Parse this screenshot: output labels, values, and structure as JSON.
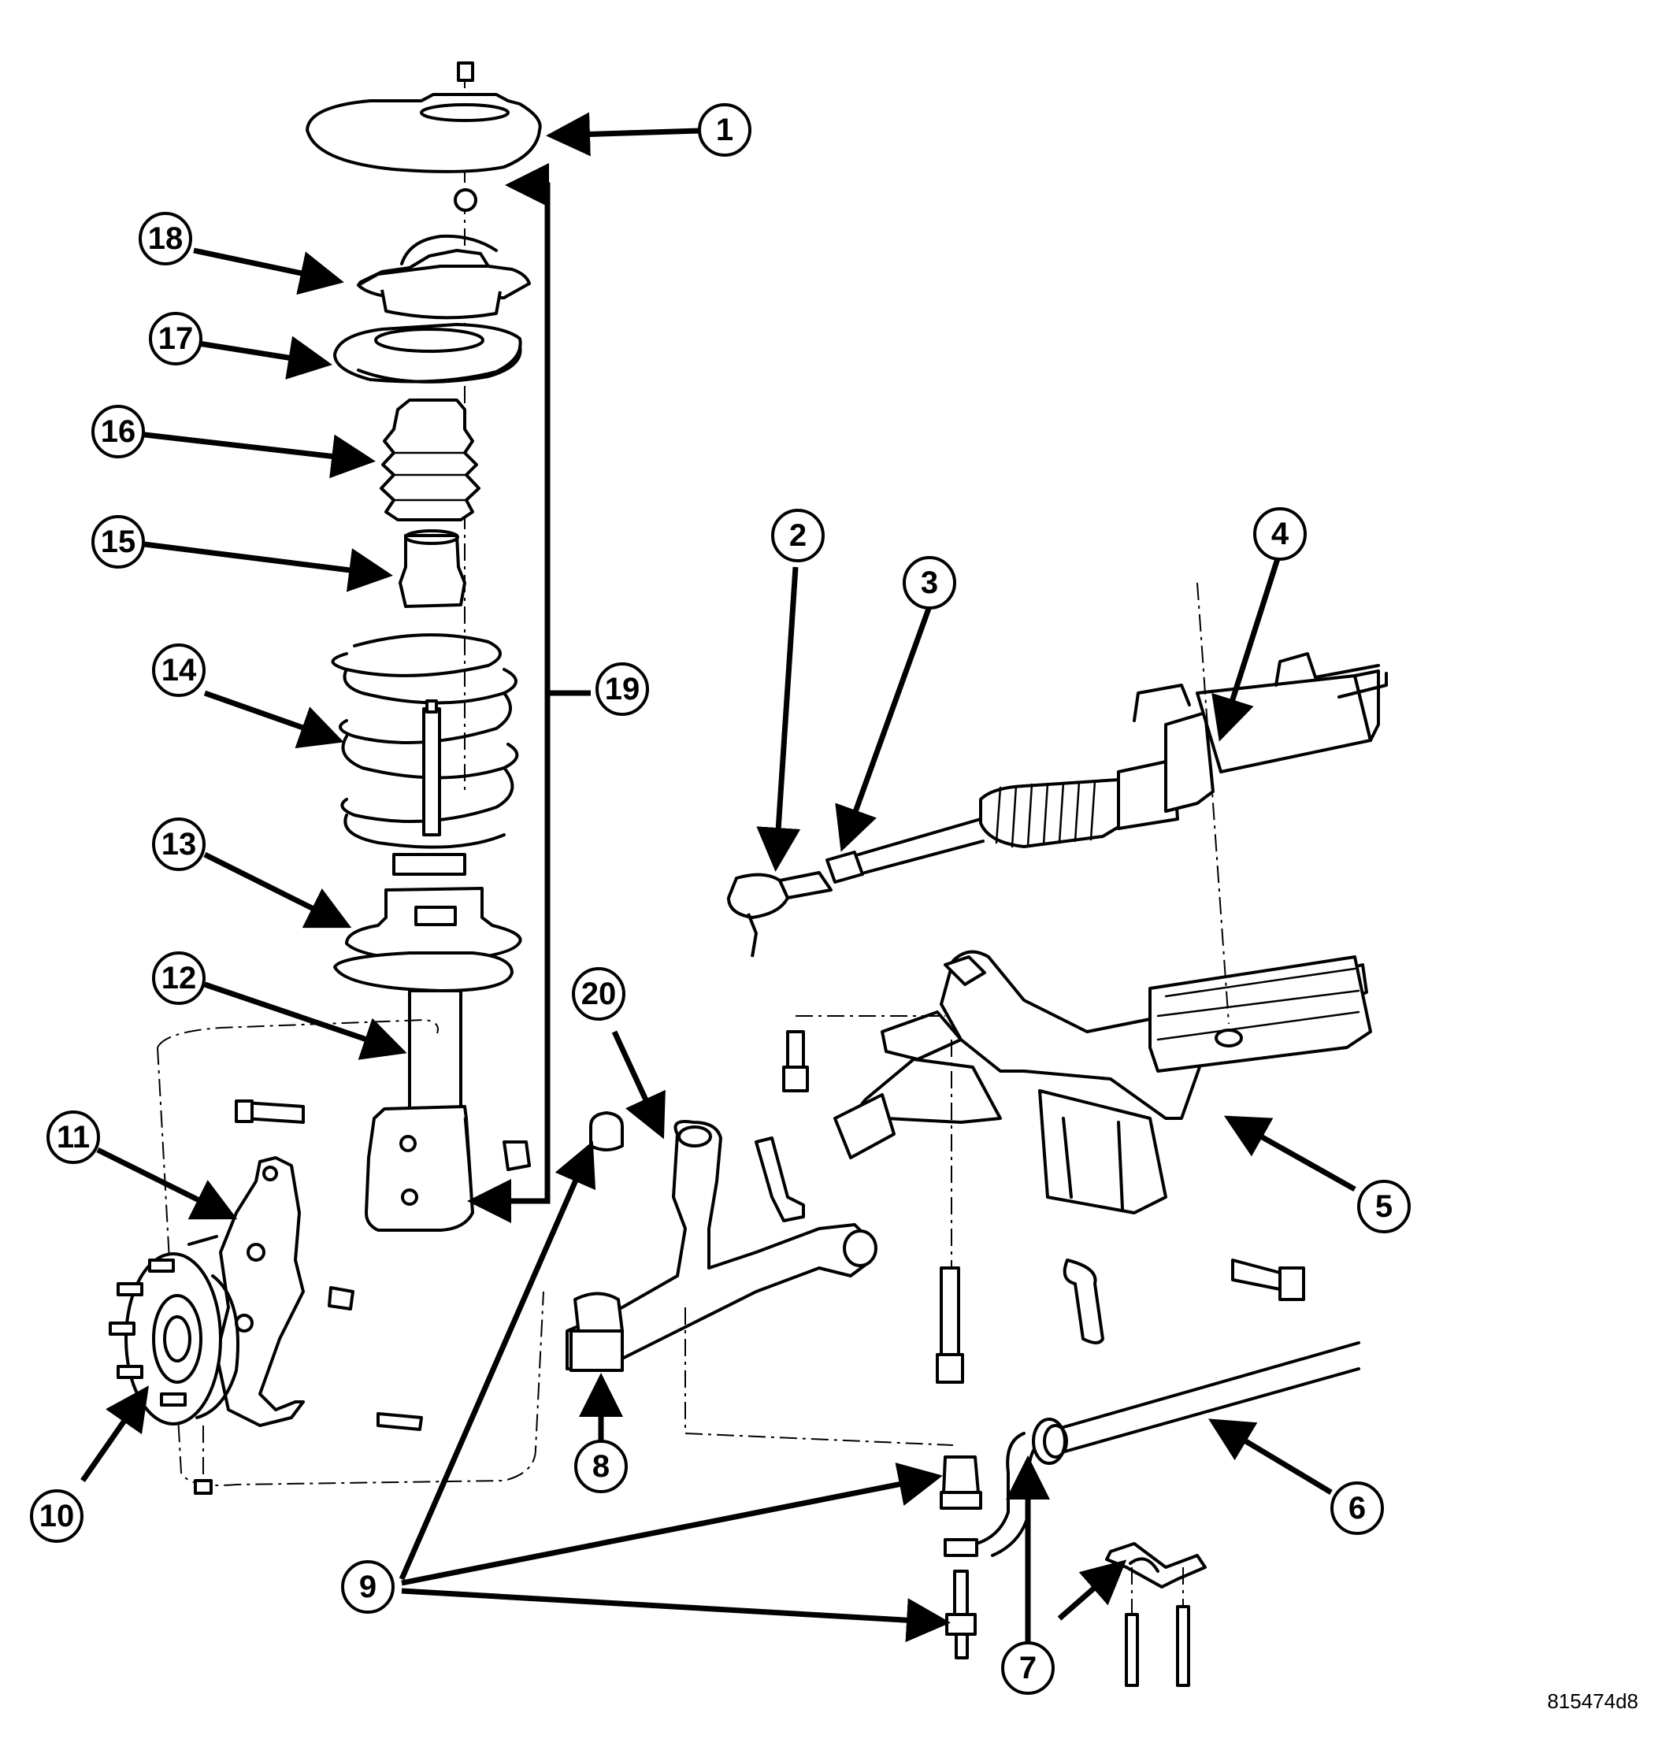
{
  "figure_id": "815474d8",
  "callouts": [
    {
      "num": "1"
    },
    {
      "num": "2"
    },
    {
      "num": "3"
    },
    {
      "num": "4"
    },
    {
      "num": "5"
    },
    {
      "num": "6"
    },
    {
      "num": "7"
    },
    {
      "num": "8"
    },
    {
      "num": "9"
    },
    {
      "num": "10"
    },
    {
      "num": "11"
    },
    {
      "num": "12"
    },
    {
      "num": "13"
    },
    {
      "num": "14"
    },
    {
      "num": "15"
    },
    {
      "num": "16"
    },
    {
      "num": "17"
    },
    {
      "num": "18"
    },
    {
      "num": "19"
    },
    {
      "num": "20"
    }
  ]
}
